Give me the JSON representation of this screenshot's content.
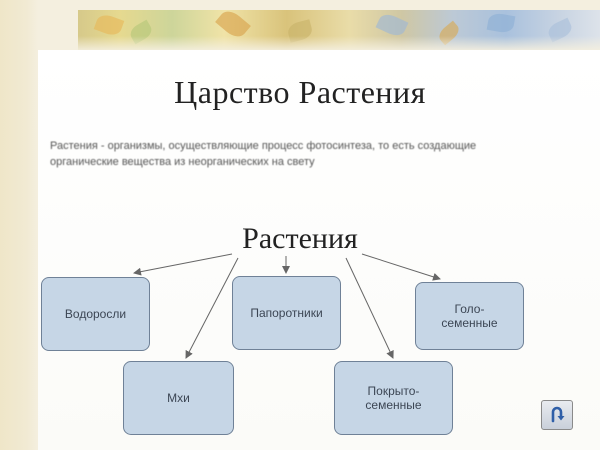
{
  "slide": {
    "title": "Царство Растения",
    "definition_line1": "Растения - организмы, осуществляющие процесс фотосинтеза, то есть создающие",
    "definition_line2": "органические вещества из неорганических на свету"
  },
  "diagram": {
    "root": "Растения",
    "nodes": [
      {
        "id": "box-1",
        "label": "Водоросли"
      },
      {
        "id": "box-2",
        "label": "Папоротники"
      },
      {
        "id": "box-3",
        "label": "Голо-\nсеменные"
      },
      {
        "id": "box-4",
        "label": "Мхи"
      },
      {
        "id": "box-5",
        "label": "Покрыто-\nсеменные"
      }
    ]
  },
  "controls": {
    "return_icon": "return-arrow-icon"
  },
  "colors": {
    "box_fill": "#c6d6e6",
    "box_border": "#6f8197",
    "arrow": "#666666"
  }
}
